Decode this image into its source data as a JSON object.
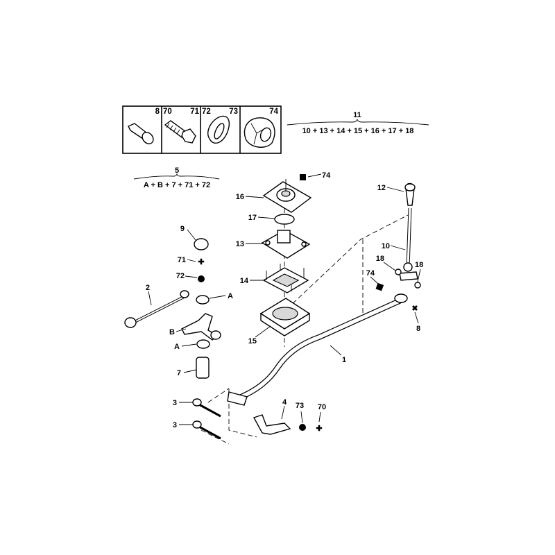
{
  "legend_box": {
    "cells": [
      {
        "labels": [
          "8"
        ],
        "part": "shoulder-pin"
      },
      {
        "labels": [
          "70",
          "71"
        ],
        "part": "bolt"
      },
      {
        "labels": [
          "72",
          "73"
        ],
        "part": "washer"
      },
      {
        "labels": [
          "74"
        ],
        "part": "nut"
      }
    ]
  },
  "kits": {
    "kit_11": {
      "number": "11",
      "formula": "10 + 13 + 14 + 15 + 16 + 17 + 18"
    },
    "kit_5": {
      "number": "5",
      "formula": "A + B + 7 + 71 + 72"
    }
  },
  "callouts": {
    "c74a": "74",
    "c16": "16",
    "c17": "17",
    "c13": "13",
    "c14": "14",
    "c15": "15",
    "c12": "12",
    "c10": "10",
    "c18a": "18",
    "c18b": "18",
    "c74b": "74",
    "c8": "8",
    "c1": "1",
    "c9": "9",
    "c71": "71",
    "c72": "72",
    "c2": "2",
    "cA1": "A",
    "cB": "B",
    "cA2": "A",
    "c7": "7",
    "c3a": "3",
    "c3b": "3",
    "c4": "4",
    "c73": "73",
    "c70": "70"
  }
}
